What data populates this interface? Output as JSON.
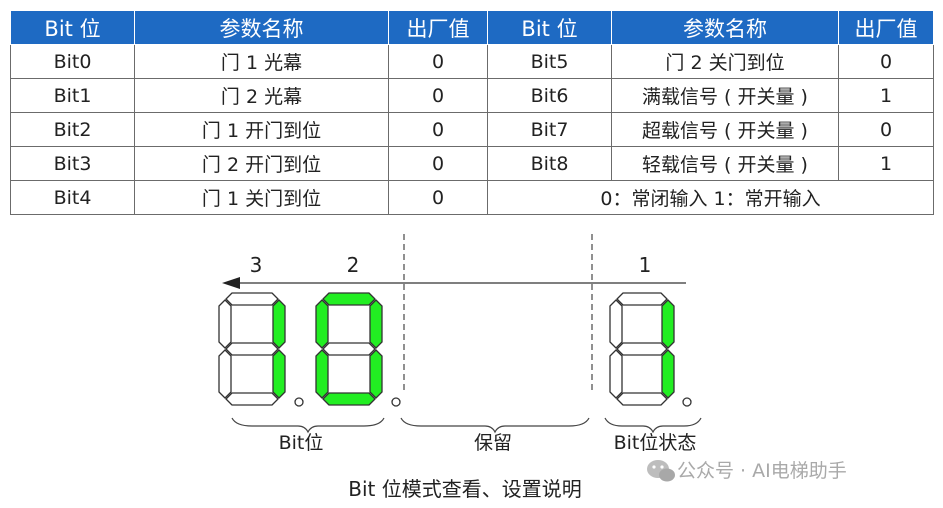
{
  "table": {
    "headers": [
      "Bit 位",
      "参数名称",
      "出厂值",
      "Bit 位",
      "参数名称",
      "出厂值"
    ],
    "rows": [
      [
        "Bit0",
        "门 1 光幕",
        "0",
        "Bit5",
        "门 2 关门到位",
        "0"
      ],
      [
        "Bit1",
        "门 2 光幕",
        "0",
        "Bit6",
        "满载信号 ( 开关量 )",
        "1"
      ],
      [
        "Bit2",
        "门 1 开门到位",
        "0",
        "Bit7",
        "超载信号 ( 开关量 )",
        "0"
      ],
      [
        "Bit3",
        "门 2 开门到位",
        "0",
        "Bit8",
        "轻载信号 ( 开关量 )",
        "1"
      ]
    ],
    "last_row": {
      "bit": "Bit4",
      "name": "门 1 关门到位",
      "value": "0",
      "note": "0：常闭输入  1：常开输入"
    }
  },
  "diagram": {
    "labels": {
      "n3": "3",
      "n2": "2",
      "n1": "1"
    },
    "groups": {
      "bit": "Bit位",
      "reserved": "保留",
      "status": "Bit位状态"
    },
    "caption": "Bit 位模式查看、设置说明",
    "watermark": "公众号 · AI电梯助手",
    "colors": {
      "lit": "#22ee22",
      "unlit": "#ffffff",
      "outline": "#333333"
    }
  }
}
